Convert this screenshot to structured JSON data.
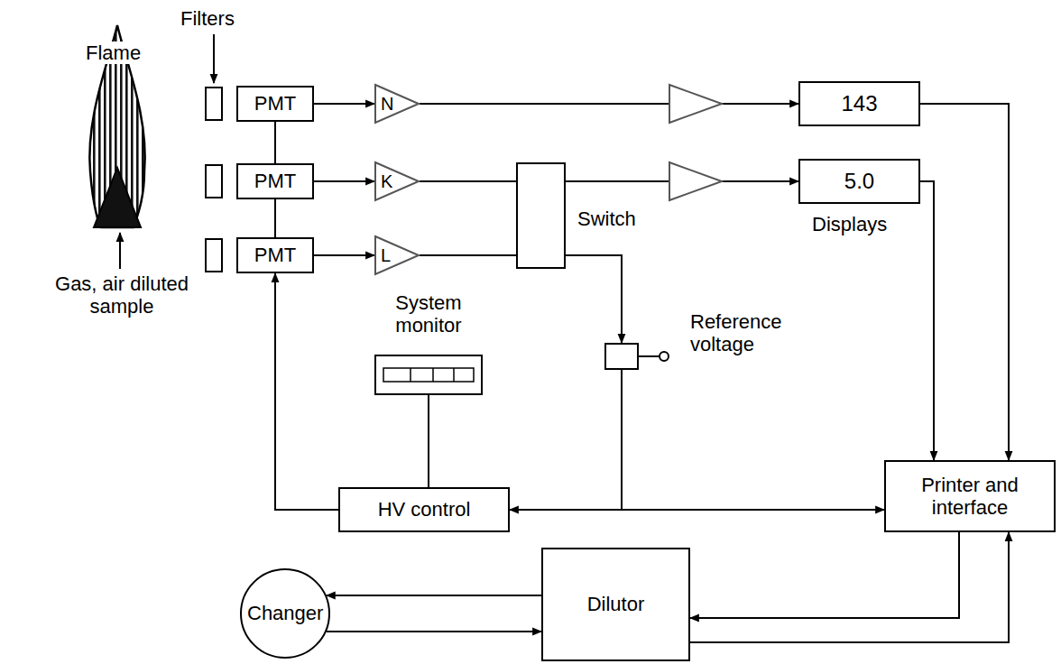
{
  "diagram": {
    "nodes": [
      {
        "text": [
          "PMT"
        ]
      },
      {
        "text": [
          "PMT"
        ]
      },
      {
        "text": [
          "PMT"
        ]
      },
      {
        "text": [
          "N"
        ]
      },
      {
        "text": [
          "K"
        ]
      },
      {
        "text": [
          "L"
        ]
      },
      {
        "text": [
          "Switch"
        ]
      },
      {
        "text": [
          "143"
        ]
      },
      {
        "text": [
          "5.0"
        ]
      },
      {
        "text": [
          "Reference voltage"
        ]
      },
      {
        "text": [
          "System monitor"
        ]
      },
      {
        "text": [
          "HV control"
        ]
      },
      {
        "text": [
          "Printer and interface"
        ]
      },
      {
        "text": [
          "Dilutor"
        ]
      },
      {
        "text": [
          "Changer"
        ]
      }
    ],
    "edges": [
      {
        "from": 0,
        "to": 3,
        "arrow": "to"
      },
      {
        "from": 1,
        "to": 4,
        "arrow": "to"
      },
      {
        "from": 2,
        "to": 5,
        "arrow": "to"
      },
      {
        "from": 4,
        "to": 6,
        "arrow": "none"
      },
      {
        "from": 5,
        "to": 6,
        "arrow": "none"
      },
      {
        "from": 3,
        "to": 7,
        "arrow": "to"
      },
      {
        "from": 6,
        "to": 8,
        "arrow": "to"
      },
      {
        "from": 6,
        "to": 9,
        "arrow": "to"
      },
      {
        "from": 9,
        "to": 11,
        "arrow": "to"
      },
      {
        "from": 9,
        "to": 12,
        "arrow": "to"
      },
      {
        "from": 7,
        "to": 12,
        "arrow": "to"
      },
      {
        "from": 8,
        "to": 12,
        "arrow": "to"
      },
      {
        "from": 10,
        "to": 11,
        "arrow": "none"
      },
      {
        "from": 11,
        "to": 2,
        "arrow": "to"
      },
      {
        "from": 2,
        "to": 1,
        "arrow": "none"
      },
      {
        "from": 1,
        "to": 0,
        "arrow": "none"
      },
      {
        "from": 12,
        "to": 13,
        "arrow": "to"
      },
      {
        "from": 13,
        "to": 12,
        "arrow": "to"
      },
      {
        "from": 13,
        "to": 14,
        "arrow": "to"
      },
      {
        "from": 14,
        "to": 13,
        "arrow": "to"
      }
    ],
    "labels": [
      "Flame",
      "Filters",
      "Gas, air diluted sample",
      "Displays"
    ]
  }
}
